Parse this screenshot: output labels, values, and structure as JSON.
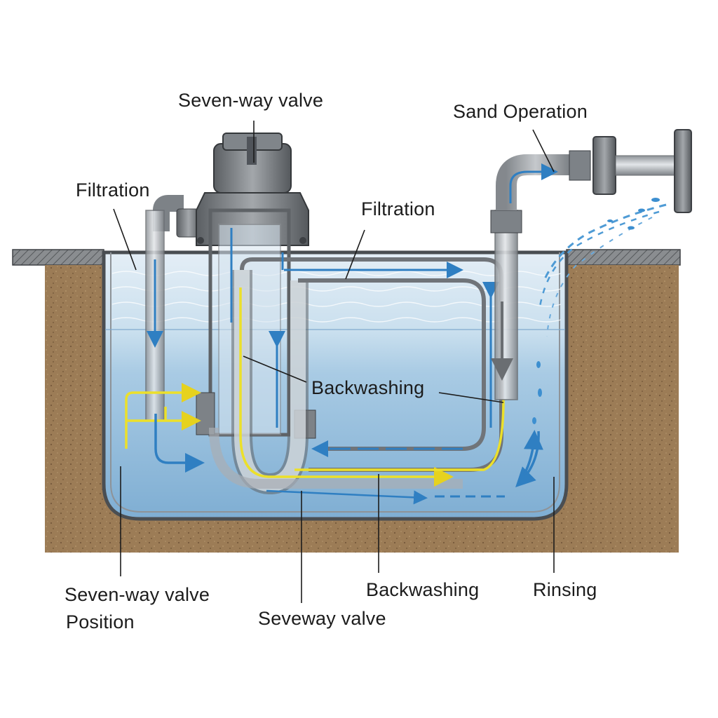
{
  "labels": {
    "top_valve": "Seven-way valve",
    "sand_operation": "Sand Operation",
    "filtration_left": "Filtration",
    "filtration_right": "Filtration",
    "backwashing_mid": "Backwashing",
    "valve_position_line1": "Seven-way valve",
    "valve_position_line2": "Position",
    "seveway_valve": "Seveway valve",
    "backwashing_bottom": "Backwashing",
    "rinsing": "Rinsing"
  },
  "colors": {
    "water_light": "#dbe9f4",
    "water_deep": "#8fb8d8",
    "soil": "#9a7a55",
    "pipe": "#a9aeb3",
    "flow_blue": "#2f7fc2",
    "flow_yellow": "#f3e53a",
    "valve_body": "#6d7176"
  }
}
